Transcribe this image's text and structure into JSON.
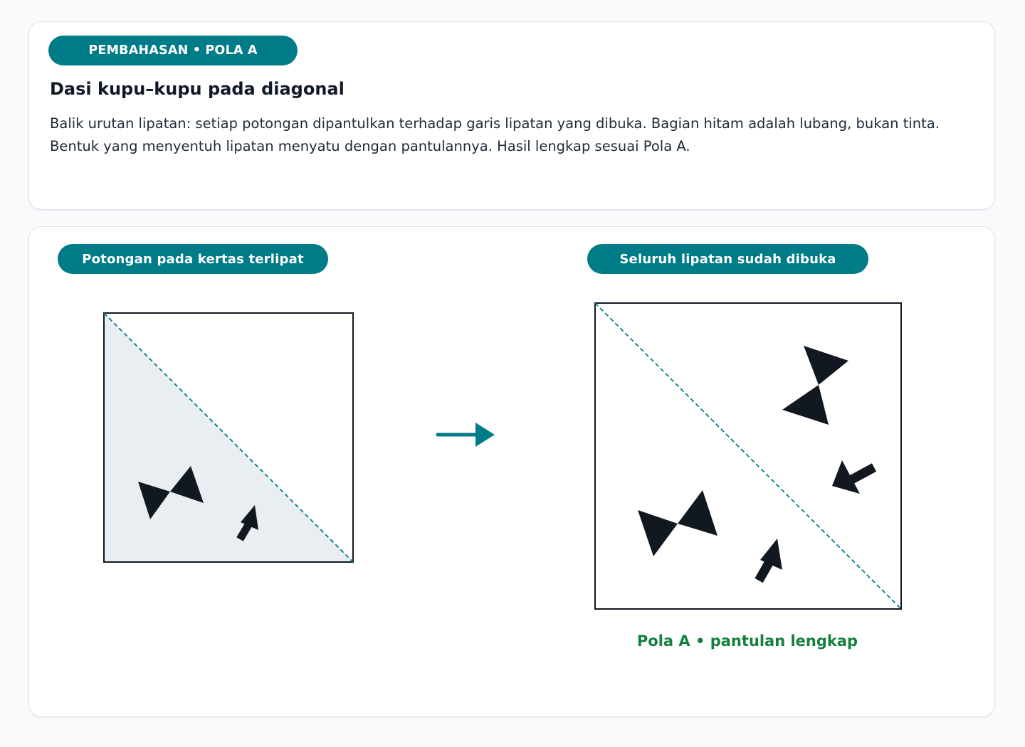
{
  "header": {
    "tag": "PEMBAHASAN • POLA A",
    "title": "Dasi kupu–kupu pada diagonal",
    "description": "Balik urutan lipatan: setiap potongan dipantulkan terhadap garis lipatan yang dibuka. Bagian hitam adalah lubang, bukan tinta. Bentuk yang menyentuh lipatan menyatu dengan pantulannya. Hasil lengkap sesuai Pola A."
  },
  "panels": {
    "folded_label": "Potongan pada kertas terlipat",
    "unfolded_label": "Seluruh lipatan sudah dibuka",
    "result_caption": "Pola A • pantulan lengkap"
  },
  "colors": {
    "accent": "#007c89",
    "hole": "#111820",
    "folded_fill": "#e8eef1",
    "success": "#15803d"
  },
  "icons": {
    "transition": "arrow-right-icon"
  }
}
